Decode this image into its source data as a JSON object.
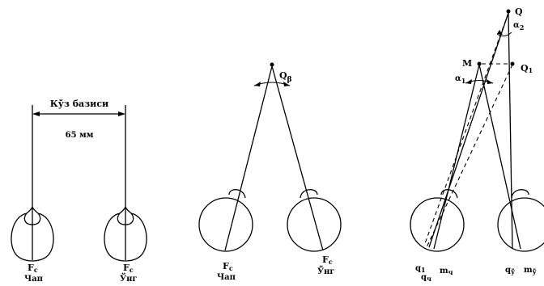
{
  "panel_left": {
    "base_label": "Кўз базиси",
    "distance_label": "65 мм",
    "focal_left": "F",
    "focal_left_sub": "c",
    "eye_left": "Чап",
    "focal_right": "F",
    "focal_right_sub": "c",
    "eye_right": "Ўнг"
  },
  "panel_middle": {
    "point": "Q",
    "point_sub": "β",
    "focal_left": "F",
    "focal_left_sub": "c",
    "eye_left": "Чап",
    "focal_right": "F",
    "focal_right_sub": "c",
    "eye_right": "Ўнг"
  },
  "panel_right": {
    "point_q": "Q",
    "point_m": "M",
    "point_q1": "Q",
    "point_q1_sub": "1",
    "alpha1": "α",
    "alpha1_sub": "1",
    "alpha2": "α",
    "alpha2_sub": "2",
    "left_q1": "q",
    "left_q1_sub": "1",
    "left_qch": "q",
    "left_qch_sub": "ч",
    "left_mch": "m",
    "left_mch_sub": "ч",
    "right_qu": "q",
    "right_qu_sub": "ў",
    "right_mu": "m",
    "right_mu_sub": "ў"
  }
}
